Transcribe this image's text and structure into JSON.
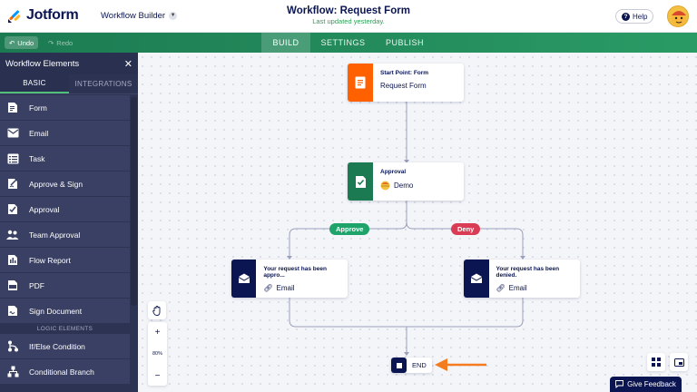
{
  "header": {
    "logo_text": "Jotform",
    "app_switch": "Workflow Builder",
    "title": "Workflow: Request Form",
    "subtitle": "Last updated yesterday.",
    "help": "Help"
  },
  "toolbar": {
    "undo": "Undo",
    "redo": "Redo",
    "tabs": [
      "BUILD",
      "SETTINGS",
      "PUBLISH"
    ]
  },
  "sidebar": {
    "title": "Workflow Elements",
    "tabs": [
      "BASIC",
      "INTEGRATIONS"
    ],
    "items": [
      "Form",
      "Email",
      "Task",
      "Approve & Sign",
      "Approval",
      "Team Approval",
      "Flow Report",
      "PDF",
      "Sign Document"
    ],
    "section_label": "LOGIC ELEMENTS",
    "logic_items": [
      "If/Else Condition",
      "Conditional Branch"
    ]
  },
  "flow": {
    "start": {
      "title": "Start Point: Form",
      "subtitle": "Request Form"
    },
    "approval": {
      "title": "Approval",
      "subtitle": "Demo"
    },
    "approve_label": "Approve",
    "deny_label": "Deny",
    "email_approved": {
      "title": "Your request has been appro...",
      "subtitle": "Email"
    },
    "email_denied": {
      "title": "Your request has been denied.",
      "subtitle": "Email"
    },
    "end_label": "END"
  },
  "canvas": {
    "zoom_level": "80%",
    "feedback": "Give Feedback"
  },
  "colors": {
    "navy": "#0a1551",
    "green_bar": "#1c7a52",
    "start_orange": "#ff6100",
    "approval_green": "#1c7a52",
    "approve_pill": "#1ea36a",
    "deny_pill": "#d93c54",
    "arrow": "#f47c20"
  },
  "icons": {
    "undo": "undo-icon",
    "redo": "redo-icon",
    "close": "close-icon",
    "hand": "hand-icon",
    "plus": "plus-icon",
    "minus": "minus-icon",
    "grid": "grid-icon",
    "minimap": "minimap-icon",
    "link": "link-icon",
    "feedback": "feedback-icon"
  }
}
